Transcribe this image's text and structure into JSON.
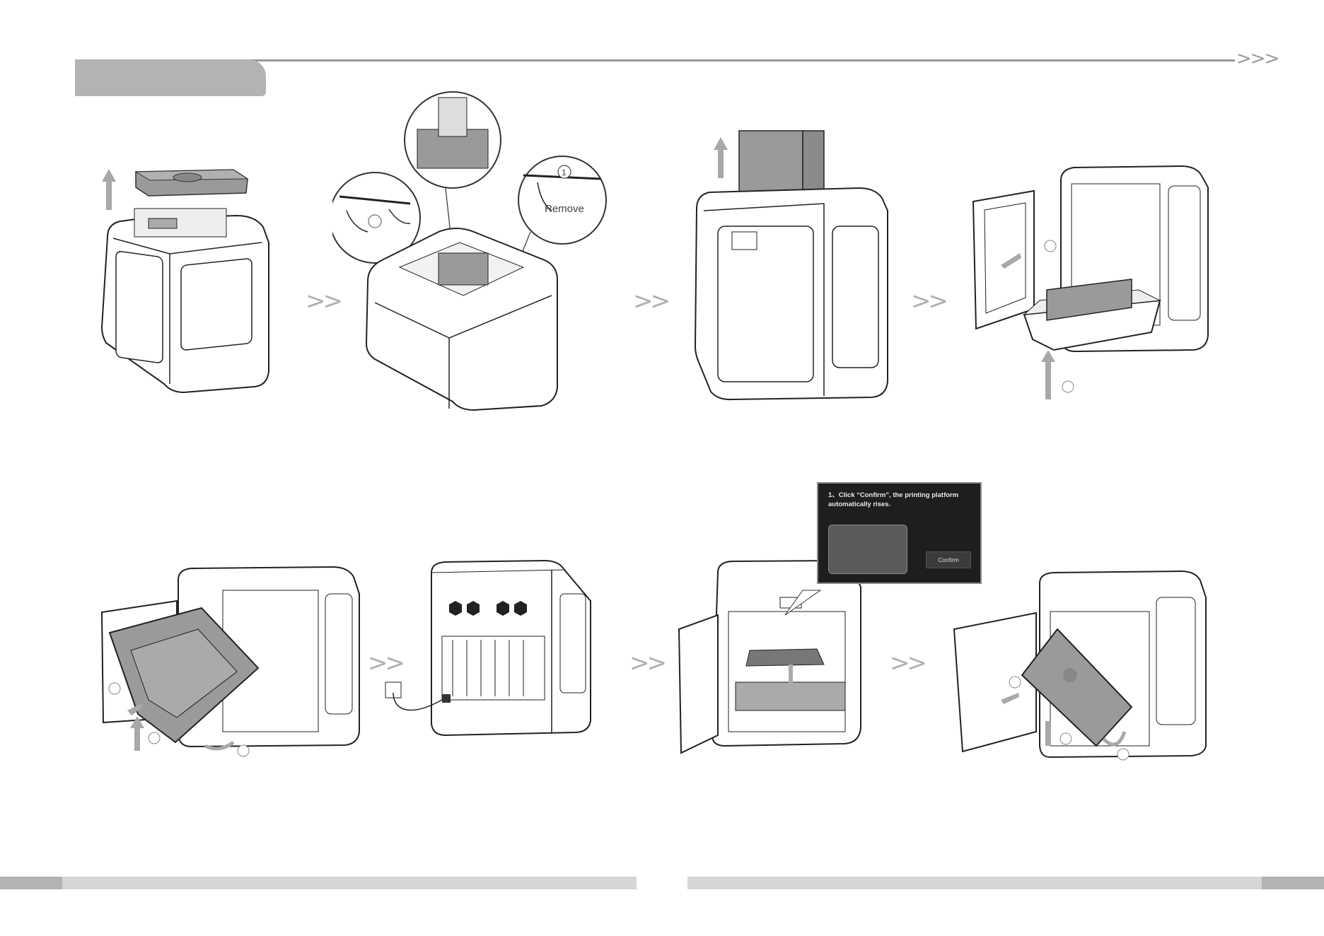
{
  "header": {
    "chevrons": ">>>"
  },
  "steps": {
    "separator": ">>",
    "remove_label": "Remove",
    "circle_one": "1"
  },
  "screen_prompt": {
    "text": "1、Click “Confirm”, the printing platform automatically rises.",
    "confirm_label": "Confirm"
  },
  "colors": {
    "accent_gray": "#b3b3b3",
    "footer_gray": "#d6d6d6",
    "arrow_gray": "#a8a8a8"
  }
}
